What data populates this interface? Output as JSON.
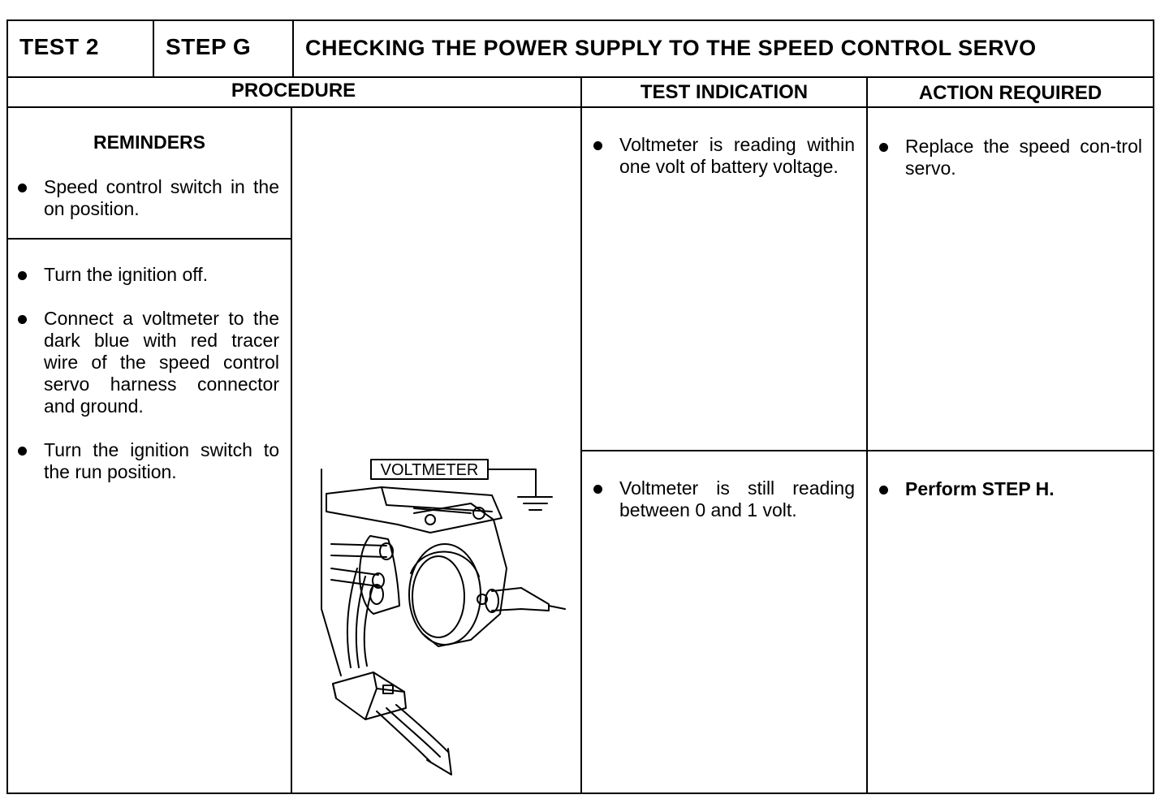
{
  "header": {
    "test": "TEST 2",
    "step": "STEP G",
    "title": "CHECKING THE POWER SUPPLY TO THE SPEED CONTROL SERVO"
  },
  "columns": {
    "procedure": "PROCEDURE",
    "test_indication": "TEST INDICATION",
    "action_required": "ACTION REQUIRED"
  },
  "reminders": {
    "title": "REMINDERS",
    "items": [
      "Speed control switch in the on position."
    ]
  },
  "procedure_steps": [
    "Turn the ignition off.",
    "Connect a voltmeter to the dark blue with red tracer wire of the speed control servo harness connector and ground.",
    "Turn the ignition switch to the run position."
  ],
  "diagram": {
    "label": "VOLTMETER",
    "icon": "servo-harness-voltmeter-diagram"
  },
  "results": [
    {
      "indication": "Voltmeter is reading within one volt of battery voltage.",
      "action": "Replace the speed con-trol servo."
    },
    {
      "indication": "Voltmeter is still reading between 0 and 1 volt.",
      "action": "Perform STEP H."
    }
  ]
}
